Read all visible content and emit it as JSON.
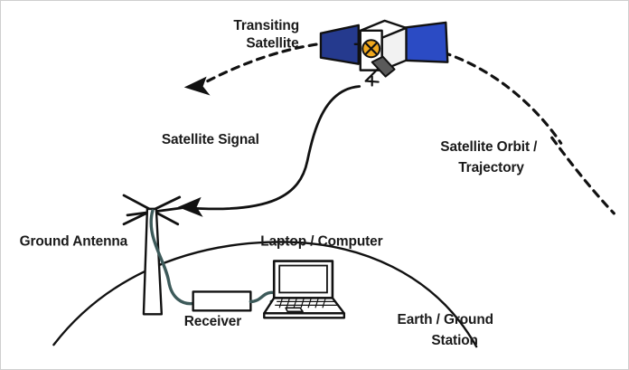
{
  "diagram": {
    "title": "Satellite Ground Station Tracking Diagram",
    "background_color": "#ffffff",
    "border_color": "#cfcfcf",
    "line_color": "#111111",
    "labels": {
      "transiting_satellite_line1": "Transiting",
      "transiting_satellite_line2": "Satellite",
      "satellite_signal": "Satellite Signal",
      "satellite_orbit_line1": "Satellite Orbit /",
      "satellite_orbit_line2": "Trajectory",
      "ground_antenna": "Ground Antenna",
      "laptop_computer": "Laptop / Computer",
      "receiver": "Receiver",
      "earth_ground_line1": "Earth / Ground",
      "earth_ground_line2": "Station"
    },
    "elements": {
      "satellite": {
        "name": "transiting-satellite",
        "body_color": "#ffffff",
        "body_outline": "#111111",
        "left_panel_color": "#253a8e",
        "right_panel_color": "#2b4bc4",
        "sensor_color": "#5a5a5a",
        "emblem_color": "#f0a81e",
        "emblem_mark": "X"
      },
      "orbit_path": {
        "name": "satellite-orbit-path",
        "style": "dashed",
        "direction": "leftward",
        "dash_pattern": "8 7"
      },
      "signal_path": {
        "name": "satellite-signal-path",
        "style": "solid-curve",
        "direction": "toward-ground-antenna"
      },
      "ground_antenna": {
        "name": "ground-antenna-tower",
        "type": "crossed-yagi-tower",
        "cable_color": "#3d5a5a"
      },
      "receiver_box": {
        "name": "receiver-box",
        "fill": "#ffffff"
      },
      "laptop": {
        "name": "laptop-computer",
        "fill": "#ffffff"
      },
      "earth_curve": {
        "name": "earth-surface-curve",
        "style": "solid-arc"
      }
    }
  }
}
